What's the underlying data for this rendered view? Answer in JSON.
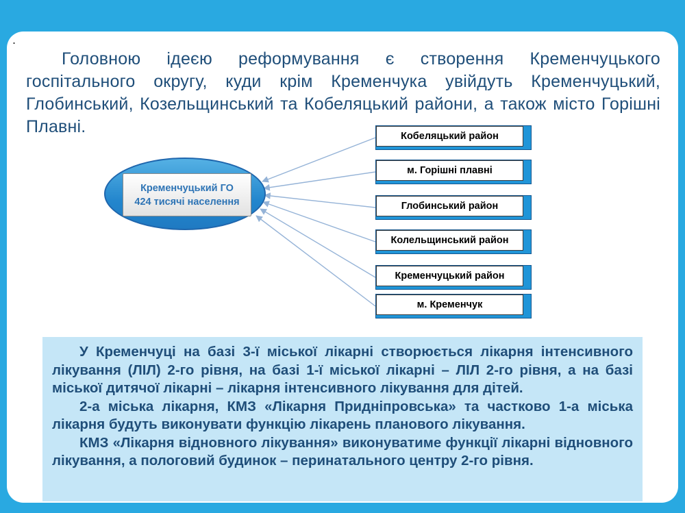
{
  "slide": {
    "stray_mark": ".",
    "intro_paragraph": "Головною ідеєю реформування є створення Кременчуцького госпітального округу, куди крім Кременчука увійдуть Кременчуцький, Глобинський, Козельщинський та Кобеляцький райони, а також місто Горішні Плавні."
  },
  "diagram": {
    "hub": {
      "title": "Кременчуцький ГО",
      "subtitle": "424 тисячі населення"
    },
    "districts": [
      "Кобеляцький район",
      "м. Горішні плавні",
      "Глобинський район",
      "Колельщинський район",
      "Кременчуцький район",
      "м. Кременчук"
    ]
  },
  "info_box": {
    "paragraphs": [
      "У Кременчуці на базі 3-ї міської лікарні створюється лікарня інтенсивного лікування (ЛІЛ) 2-го рівня, на базі 1-ї міської лікарні – ЛІЛ 2-го рівня, а на базі міської дитячої лікарні – лікарня інтенсивного лікування для дітей.",
      "2-а міська лікарня, КМЗ «Лікарня Придніпровська» та частково 1-а міська лікарня будуть виконувати функцію лікарень планового лікування.",
      "КМЗ «Лікарня відновного лікування» виконуватиме функції лікарні відновного лікування, а пологовий будинок – перинатального центру 2-го рівня."
    ]
  },
  "colors": {
    "frame": "#29A9E1",
    "heading_text": "#1F4E79",
    "district_fill": "#2095D8",
    "info_background": "#C5E6F7",
    "arrow": "#95B3D7"
  }
}
